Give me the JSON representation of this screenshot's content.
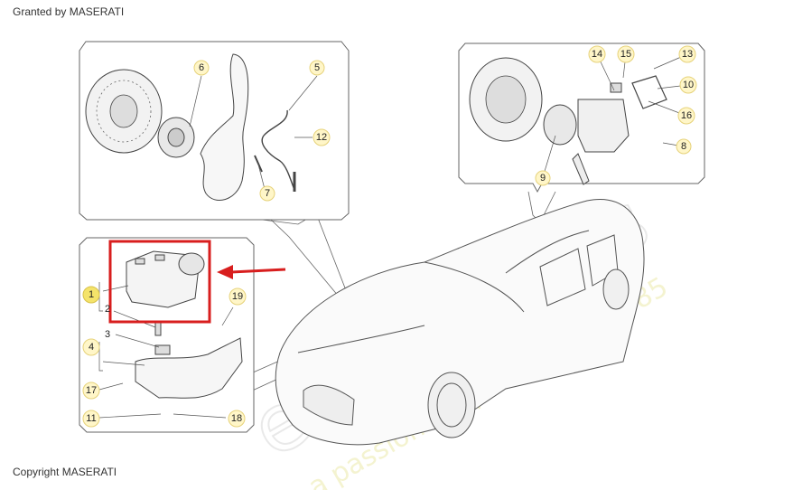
{
  "header": {
    "granted": "Granted by MASERATI"
  },
  "footer": {
    "copyright": "Copyright MASERATI"
  },
  "watermark": {
    "brand": "eurospares",
    "tagline": "a passion for parts since 1985"
  },
  "callouts": {
    "c1": "1",
    "c2": "2",
    "c3": "3",
    "c4": "4",
    "c5": "5",
    "c6": "6",
    "c7": "7",
    "c8": "8",
    "c9": "9",
    "c10": "10",
    "c11": "11",
    "c12": "12",
    "c13": "13",
    "c14": "14",
    "c15": "15",
    "c16": "16",
    "c17": "17",
    "c18": "18",
    "c19": "19"
  },
  "colors": {
    "highlight": "#d81e1e",
    "callout_fill": "#fff6c8",
    "callout_active": "#f4e36a",
    "line": "#555555"
  }
}
